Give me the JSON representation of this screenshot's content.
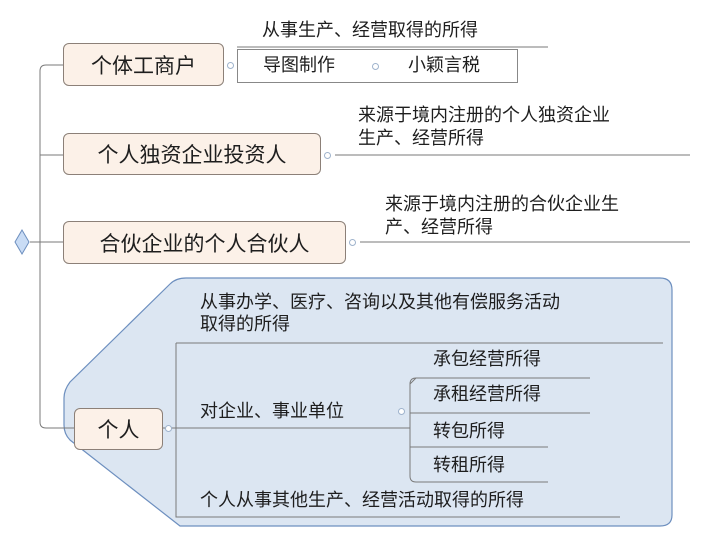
{
  "root": {
    "icon": "diamond-icon"
  },
  "branches": [
    {
      "label": "个体工商户",
      "children": [
        {
          "text": "从事生产、经营取得的所得"
        },
        {
          "left": "导图制作",
          "right": "小颖言税"
        }
      ]
    },
    {
      "label": "个人独资企业投资人",
      "children": [
        {
          "line1": "来源于境内注册的个人独资企业",
          "line2": "生产、经营所得"
        }
      ]
    },
    {
      "label": "合伙企业的个人合伙人",
      "children": [
        {
          "line1": "来源于境内注册的合伙企业生",
          "line2": "产、经营所得"
        }
      ]
    },
    {
      "label": "个人",
      "children": [
        {
          "line1": "从事办学、医疗、咨询以及其他有偿服务活动",
          "line2": "取得的所得"
        },
        {
          "text": "对企业、事业单位",
          "children": [
            "承包经营所得",
            "承租经营所得",
            "转包所得",
            "转租所得"
          ]
        },
        {
          "text": "个人从事其他生产、经营活动取得的所得"
        }
      ]
    }
  ],
  "colors": {
    "node_bg": "#fcf1e8",
    "boundary_fill": "#dce6f2",
    "boundary_stroke": "#6d8fbf",
    "line": "#7a7a7a"
  }
}
